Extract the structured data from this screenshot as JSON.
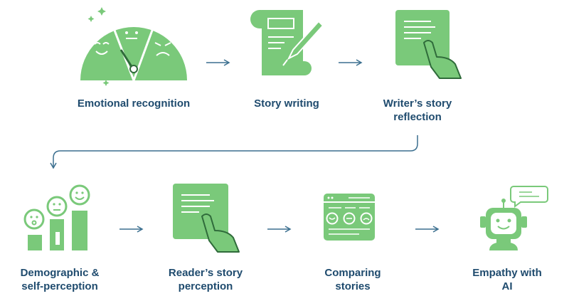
{
  "colors": {
    "icon_green": "#7ac97a",
    "icon_dark": "#2f6b3a",
    "text_blue": "#1f4b6e",
    "arrow_blue": "#3b6f8f"
  },
  "steps": [
    {
      "id": "emotional-recognition",
      "icon": "emotion-gauge-icon",
      "lines": [
        "Emotional recognition"
      ]
    },
    {
      "id": "story-writing",
      "icon": "scroll-pen-icon",
      "lines": [
        "Story writing"
      ]
    },
    {
      "id": "writers-story-reflection",
      "icon": "hand-document-icon",
      "lines": [
        "Writer’s story",
        "reflection"
      ]
    },
    {
      "id": "demographic-self-perception",
      "icon": "emoji-bar-chart-icon",
      "lines": [
        "Demographic &",
        "self-perception"
      ]
    },
    {
      "id": "readers-story-perception",
      "icon": "hand-document-icon",
      "lines": [
        "Reader’s story",
        "perception"
      ]
    },
    {
      "id": "comparing-stories",
      "icon": "comparison-window-icon",
      "lines": [
        "Comparing",
        "stories"
      ]
    },
    {
      "id": "empathy-with-ai",
      "icon": "robot-chat-icon",
      "lines": [
        "Empathy with",
        "AI"
      ]
    }
  ]
}
